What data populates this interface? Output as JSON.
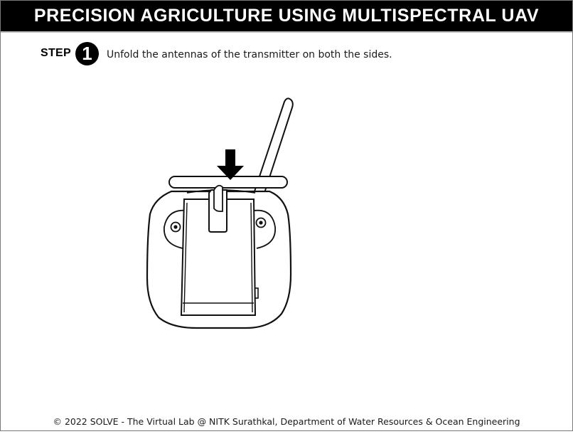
{
  "header": {
    "title": "PRECISION AGRICULTURE USING MULTISPECTRAL UAV"
  },
  "step": {
    "label": "STEP",
    "number": "1",
    "instruction": "Unfold the antennas of the transmitter on both the sides."
  },
  "illustration": {
    "subject": "transmitter-remote-controller",
    "arrow_direction": "down"
  },
  "footer": {
    "text": "© 2022 SOLVE - The Virtual Lab @ NITK Surathkal, Department of Water Resources & Ocean Engineering"
  }
}
